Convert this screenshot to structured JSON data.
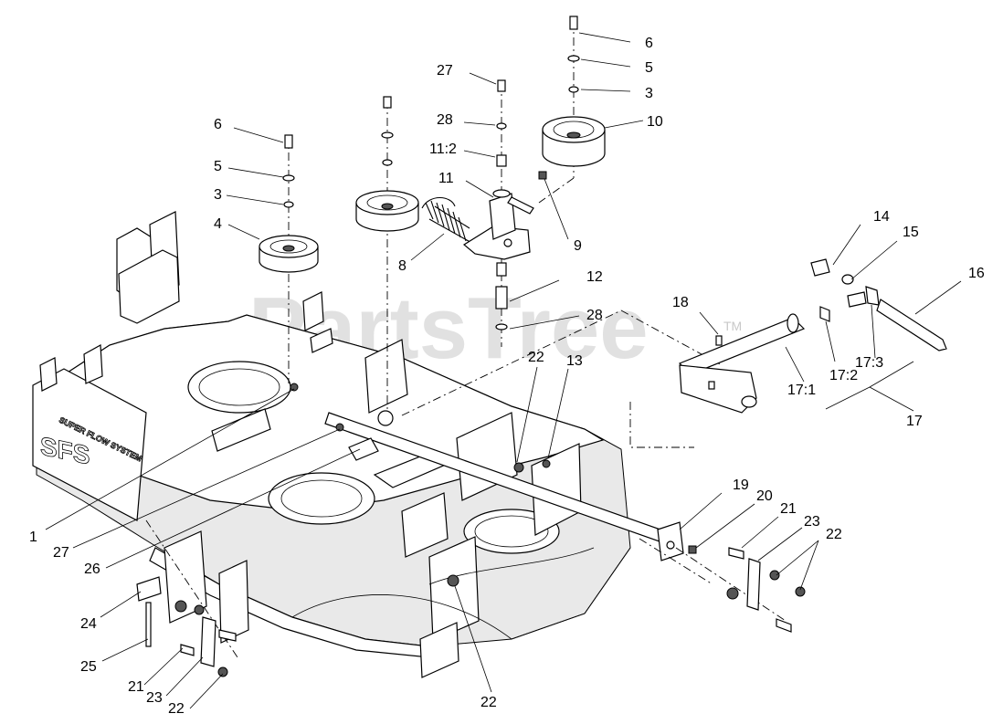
{
  "watermark": {
    "text": "PartsTree",
    "tm": "TM"
  },
  "deck_markings": {
    "logo": "SFS",
    "side_text": "SUPER FLOW SYSTEM"
  },
  "labels": [
    {
      "id": "l-6a",
      "text": "6"
    },
    {
      "id": "l-5a",
      "text": "5"
    },
    {
      "id": "l-3a",
      "text": "3"
    },
    {
      "id": "l-10",
      "text": "10"
    },
    {
      "id": "l-27a",
      "text": "27"
    },
    {
      "id": "l-28a",
      "text": "28"
    },
    {
      "id": "l-11-2",
      "text": "11:2"
    },
    {
      "id": "l-11",
      "text": "11"
    },
    {
      "id": "l-9",
      "text": "9"
    },
    {
      "id": "l-8",
      "text": "8"
    },
    {
      "id": "l-12",
      "text": "12"
    },
    {
      "id": "l-28b",
      "text": "28"
    },
    {
      "id": "l-6b",
      "text": "6"
    },
    {
      "id": "l-5b",
      "text": "5"
    },
    {
      "id": "l-3b",
      "text": "3"
    },
    {
      "id": "l-4",
      "text": "4"
    },
    {
      "id": "l-14",
      "text": "14"
    },
    {
      "id": "l-15",
      "text": "15"
    },
    {
      "id": "l-16",
      "text": "16"
    },
    {
      "id": "l-18",
      "text": "18"
    },
    {
      "id": "l-17-3",
      "text": "17:3"
    },
    {
      "id": "l-17-2",
      "text": "17:2"
    },
    {
      "id": "l-17-1",
      "text": "17:1"
    },
    {
      "id": "l-17",
      "text": "17"
    },
    {
      "id": "l-22a",
      "text": "22"
    },
    {
      "id": "l-13",
      "text": "13"
    },
    {
      "id": "l-19",
      "text": "19"
    },
    {
      "id": "l-20",
      "text": "20"
    },
    {
      "id": "l-21a",
      "text": "21"
    },
    {
      "id": "l-23a",
      "text": "23"
    },
    {
      "id": "l-22b",
      "text": "22"
    },
    {
      "id": "l-1",
      "text": "1"
    },
    {
      "id": "l-27b",
      "text": "27"
    },
    {
      "id": "l-26",
      "text": "26"
    },
    {
      "id": "l-24",
      "text": "24"
    },
    {
      "id": "l-25",
      "text": "25"
    },
    {
      "id": "l-21b",
      "text": "21"
    },
    {
      "id": "l-23b",
      "text": "23"
    },
    {
      "id": "l-22c",
      "text": "22"
    },
    {
      "id": "l-22d",
      "text": "22"
    }
  ]
}
